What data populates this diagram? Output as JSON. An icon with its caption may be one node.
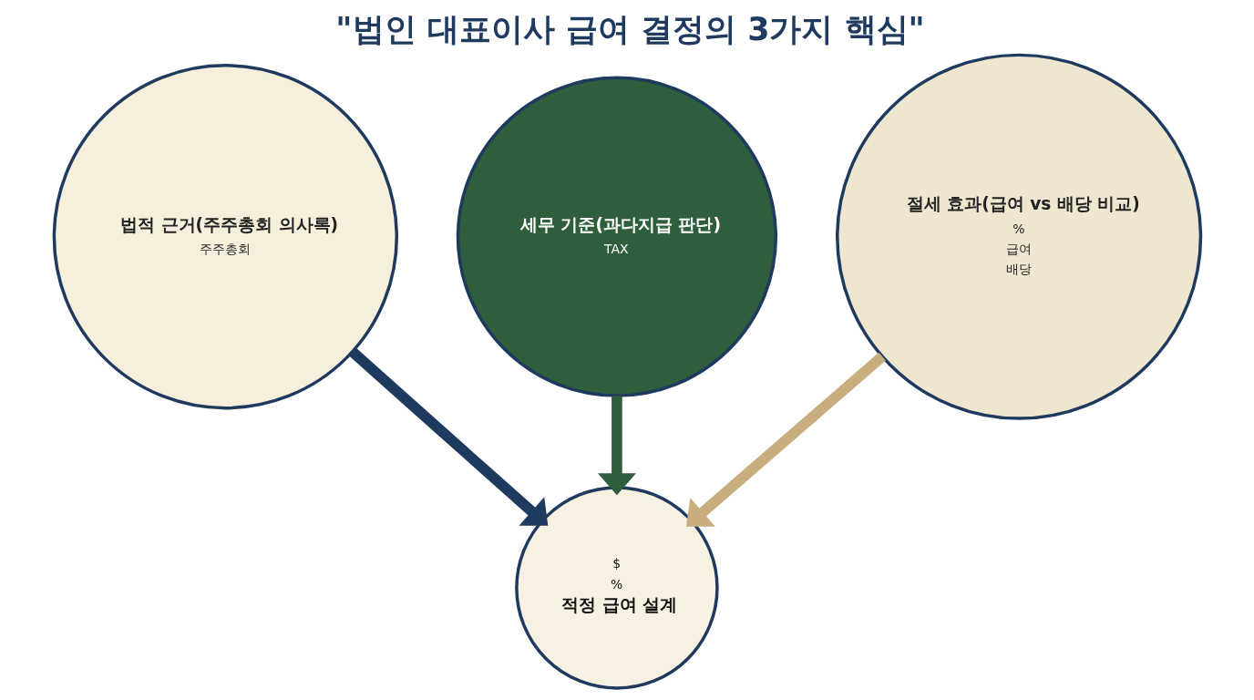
{
  "diagram": {
    "title": "\"법인 대표이사 급여 결정의 3가지 핵심\"",
    "nodes": [
      {
        "text": [
          "법적 근거(주주총회 의사록)",
          "주주총회"
        ]
      },
      {
        "text": [
          "세무 기준(과다지급 판단)",
          "TAX"
        ]
      },
      {
        "text": [
          "절세 효과(급여 vs 배당 비교)",
          "%",
          "급여",
          "배당"
        ]
      },
      {
        "text": [
          "$",
          "%",
          "적정 급여 설계"
        ]
      }
    ],
    "edges": [
      {
        "from": 0,
        "to": 3,
        "arrow": "to",
        "color": "#1f3a5f"
      },
      {
        "from": 1,
        "to": 3,
        "arrow": "to",
        "color": "#2f5e3c"
      },
      {
        "from": 2,
        "to": 3,
        "arrow": "to",
        "color": "#c8ad7f"
      }
    ]
  }
}
